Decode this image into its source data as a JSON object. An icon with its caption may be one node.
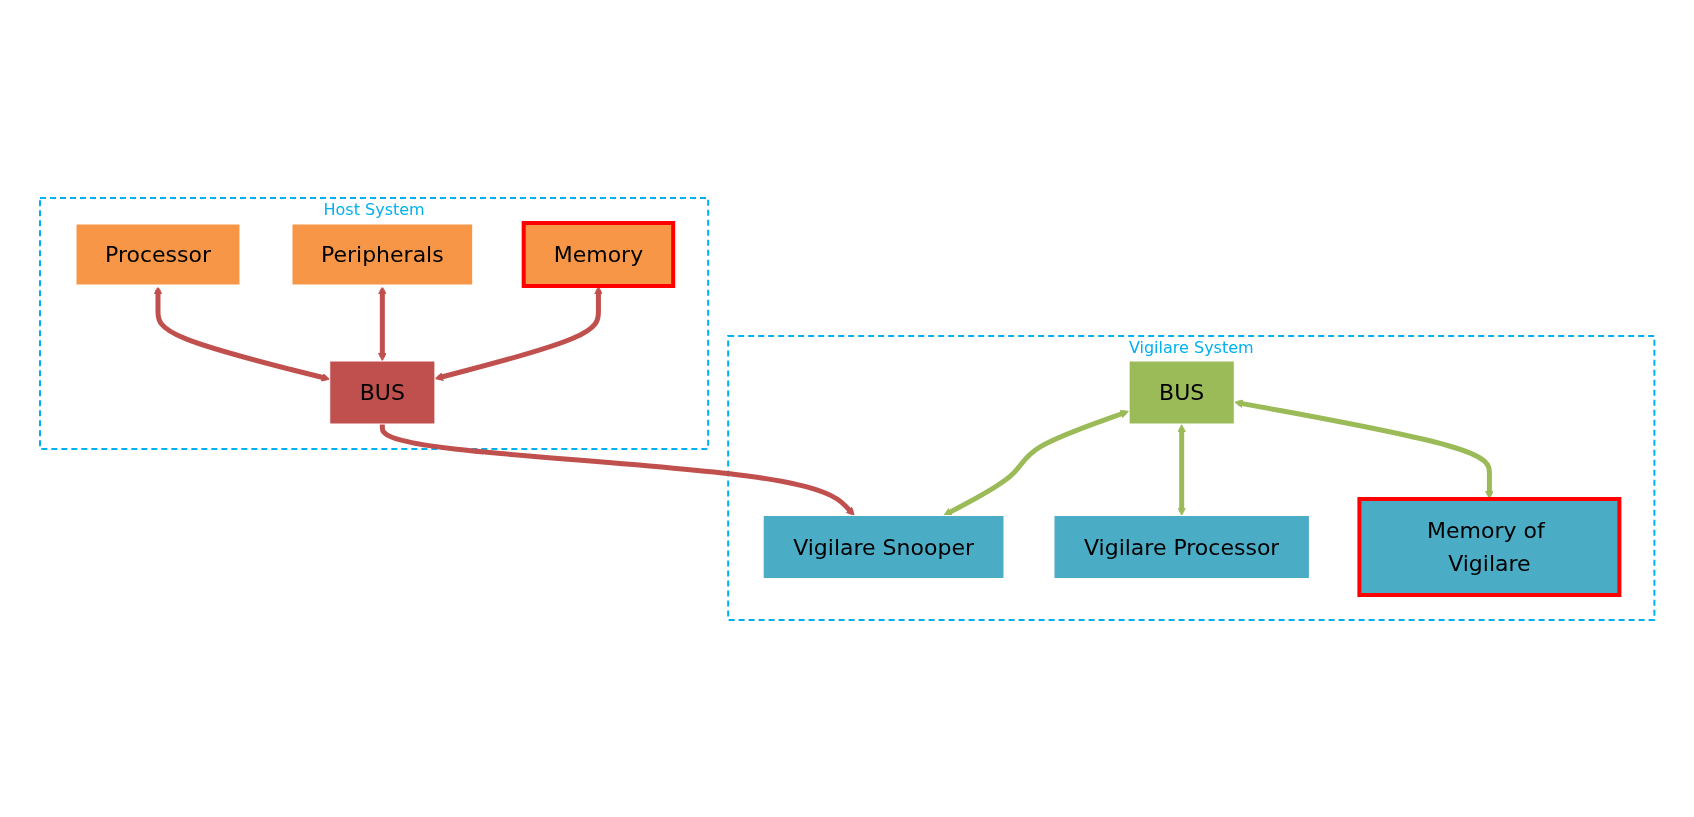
{
  "diagram": {
    "nodes": [
      {
        "text": [
          "Host System"
        ]
      },
      {
        "text": [
          "Processor"
        ],
        "in": 0
      },
      {
        "text": [
          "Peripherals"
        ],
        "in": 0
      },
      {
        "text": [
          "Memory"
        ],
        "in": 0
      },
      {
        "text": [
          "BUS"
        ],
        "in": 0
      },
      {
        "text": [
          "Vigilare System"
        ]
      },
      {
        "text": [
          "BUS"
        ],
        "in": 5
      },
      {
        "text": [
          "Vigilare Snooper"
        ],
        "in": 5
      },
      {
        "text": [
          "Vigilare Processor"
        ],
        "in": 5
      },
      {
        "text": [
          "Memory of Vigilare"
        ],
        "in": 5
      }
    ],
    "edges": [
      {
        "from": 1,
        "to": 4,
        "arrow": "both",
        "color": "#c0504d"
      },
      {
        "from": 2,
        "to": 4,
        "arrow": "both",
        "color": "#c0504d"
      },
      {
        "from": 3,
        "to": 4,
        "arrow": "both",
        "color": "#c0504d"
      },
      {
        "from": 4,
        "to": 7,
        "arrow": "to",
        "color": "#c0504d"
      },
      {
        "from": 6,
        "to": 7,
        "arrow": "both",
        "color": "#9bbb59"
      },
      {
        "from": 6,
        "to": 8,
        "arrow": "both",
        "color": "#9bbb59"
      },
      {
        "from": 6,
        "to": 9,
        "arrow": "both",
        "color": "#9bbb59"
      }
    ]
  }
}
